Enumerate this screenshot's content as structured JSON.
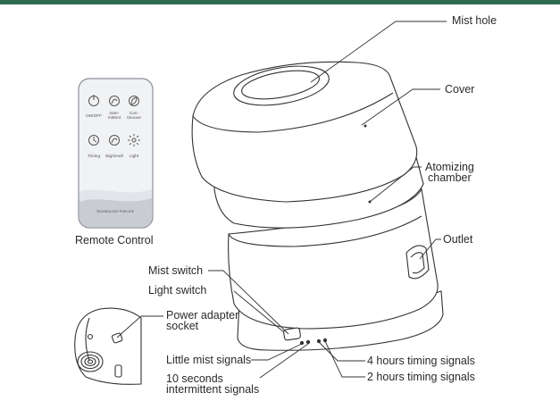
{
  "theme": {
    "top_border": "#2f6b52",
    "line": "#333333",
    "body_fill": "#ffffff",
    "remote_fill": "#f1f2f4",
    "remote_band_dark": "#c9ccd3",
    "remote_band_light": "#e3e5ea"
  },
  "remote": {
    "caption": "Remote Control",
    "buttons": [
      {
        "icon": "power-icon",
        "label": "ON/OFF"
      },
      {
        "icon": "intermittent-mist-icon",
        "label": "Inter-\nmittent"
      },
      {
        "icon": "continuous-mist-icon",
        "label": "Con-\ntinuous"
      },
      {
        "icon": "timer-icon",
        "label": "Timing"
      },
      {
        "icon": "mist-level-icon",
        "label": "Big/small"
      },
      {
        "icon": "light-icon",
        "label": "Light"
      }
    ],
    "brand_text": "TECHNOLOGY FOR LIFE"
  },
  "callouts": {
    "mist_hole": "Mist hole",
    "cover": "Cover",
    "atomizing_chamber_line1": "Atomizing",
    "atomizing_chamber_line2": "chamber",
    "outlet": "Outlet",
    "mist_switch": "Mist switch",
    "light_switch": "Light switch",
    "power_socket_line1": "Power adapter",
    "power_socket_line2": "socket",
    "little_mist_signals": "Little mist signals",
    "intermittent_signals_line1": "10 seconds",
    "intermittent_signals_line2": "intermittent signals",
    "four_hours_signals": "4 hours timing signals",
    "two_hours_signals": "2 hours timing signals"
  }
}
